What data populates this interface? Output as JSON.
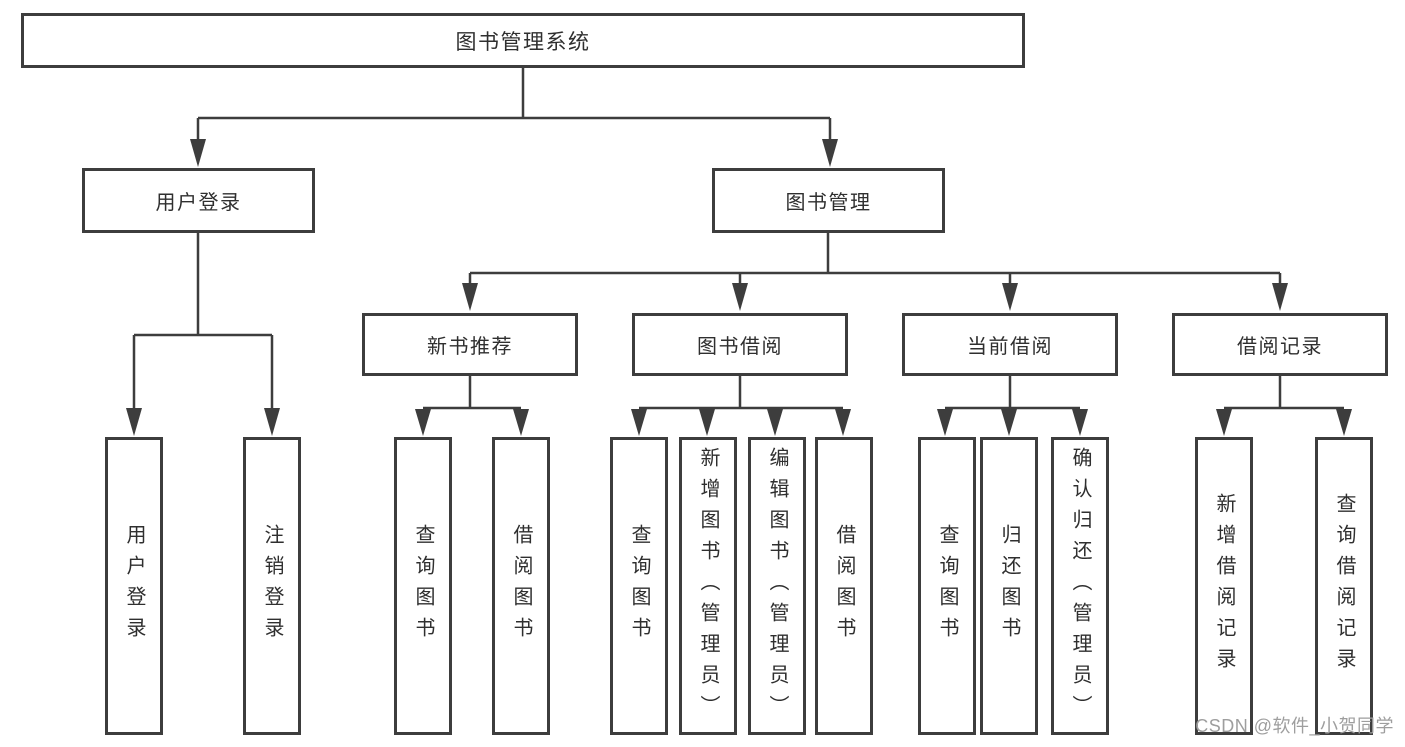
{
  "diagram": {
    "nodes": {
      "root": "图书管理系统",
      "userLogin": "用户登录",
      "bookMgmt": "图书管理",
      "newBookRec": "新书推荐",
      "bookBorrow": "图书借阅",
      "currentBorrow": "当前借阅",
      "borrowRecord": "借阅记录",
      "leafUserLogin": "用户登录",
      "leafLogout": "注销登录",
      "recQueryBook": "查询图书",
      "recBorrowBook": "借阅图书",
      "bbQueryBook": "查询图书",
      "bbAddBook": "新增图书（管理员）",
      "bbEditBook": "编辑图书（管理员）",
      "bbBorrowBook": "借阅图书",
      "cbQueryBook": "查询图书",
      "cbReturnBook": "归还图书",
      "cbConfirmReturn": "确认归还（管理员）",
      "brAddRecord": "新增借阅记录",
      "brQueryRecord": "查询借阅记录"
    },
    "colors": {
      "border": "#3d3d3d",
      "line": "#3d3d3d",
      "text": "#2f2f2f",
      "background": "#ffffff",
      "watermark": "#9e9e9e"
    }
  },
  "watermark": "CSDN @软件_小贺同学"
}
